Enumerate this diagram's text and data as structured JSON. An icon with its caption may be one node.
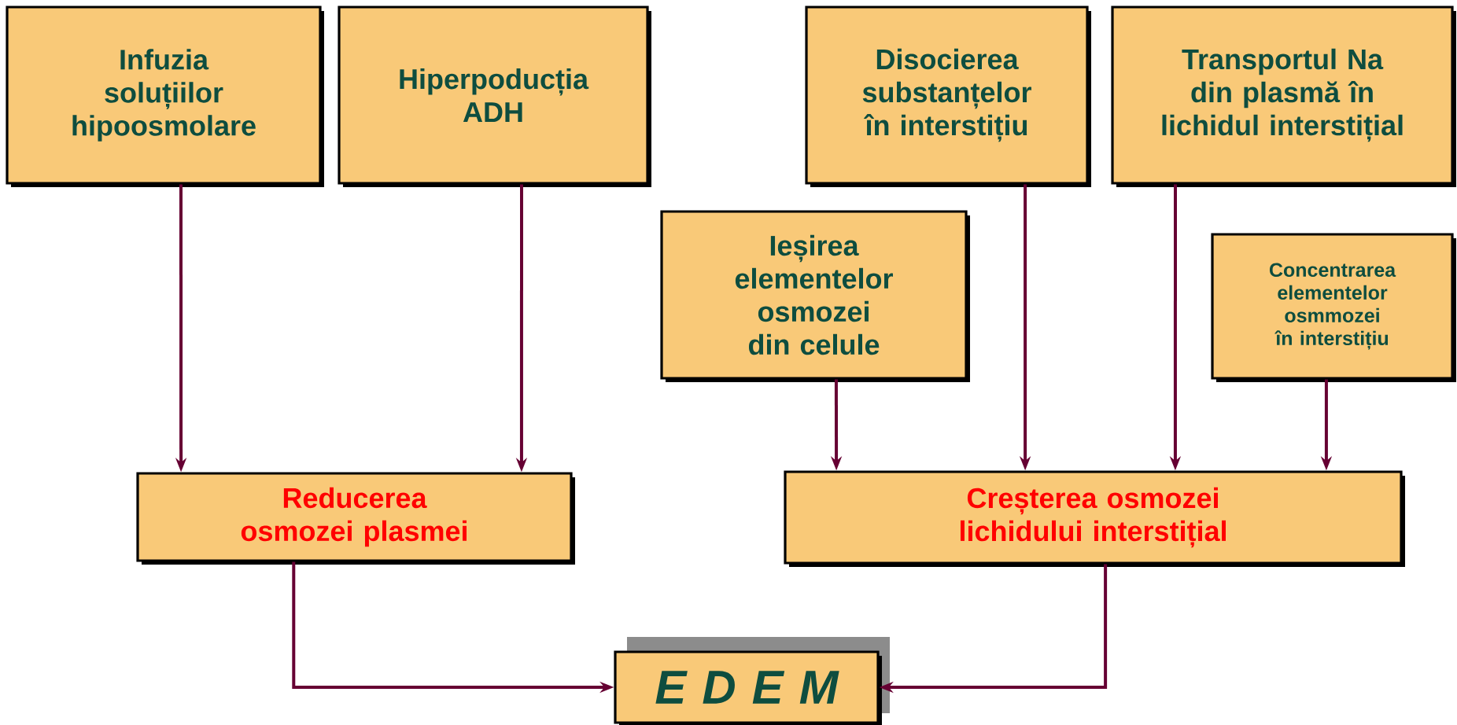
{
  "diagram": {
    "nodes": [
      {
        "text": [
          "Infuzia soluțiilor hipoosmolare"
        ]
      },
      {
        "text": [
          "Hiperpoducția ADH"
        ]
      },
      {
        "text": [
          "Disocierea substanțelor în interstițiu"
        ]
      },
      {
        "text": [
          "Transportul Na din plasmă în lichidul interstițial"
        ]
      },
      {
        "text": [
          "Ieșirea elementelor osmozei din celule"
        ]
      },
      {
        "text": [
          "Concentrarea elementelor osmmozei în interstițiu"
        ]
      },
      {
        "text": [
          "Reducerea osmozei plasmei"
        ]
      },
      {
        "text": [
          "Creșterea osmozei lichidului interstițial"
        ]
      },
      {
        "text": [
          "E D E M"
        ]
      }
    ],
    "edges": [
      {
        "from": 0,
        "to": 6,
        "arrow": "to"
      },
      {
        "from": 1,
        "to": 6,
        "arrow": "to"
      },
      {
        "from": 4,
        "to": 7,
        "arrow": "to"
      },
      {
        "from": 2,
        "to": 7,
        "arrow": "to"
      },
      {
        "from": 3,
        "to": 7,
        "arrow": "to"
      },
      {
        "from": 5,
        "to": 7,
        "arrow": "to"
      },
      {
        "from": 6,
        "to": 8,
        "arrow": "to"
      },
      {
        "from": 7,
        "to": 8,
        "arrow": "to"
      }
    ]
  }
}
